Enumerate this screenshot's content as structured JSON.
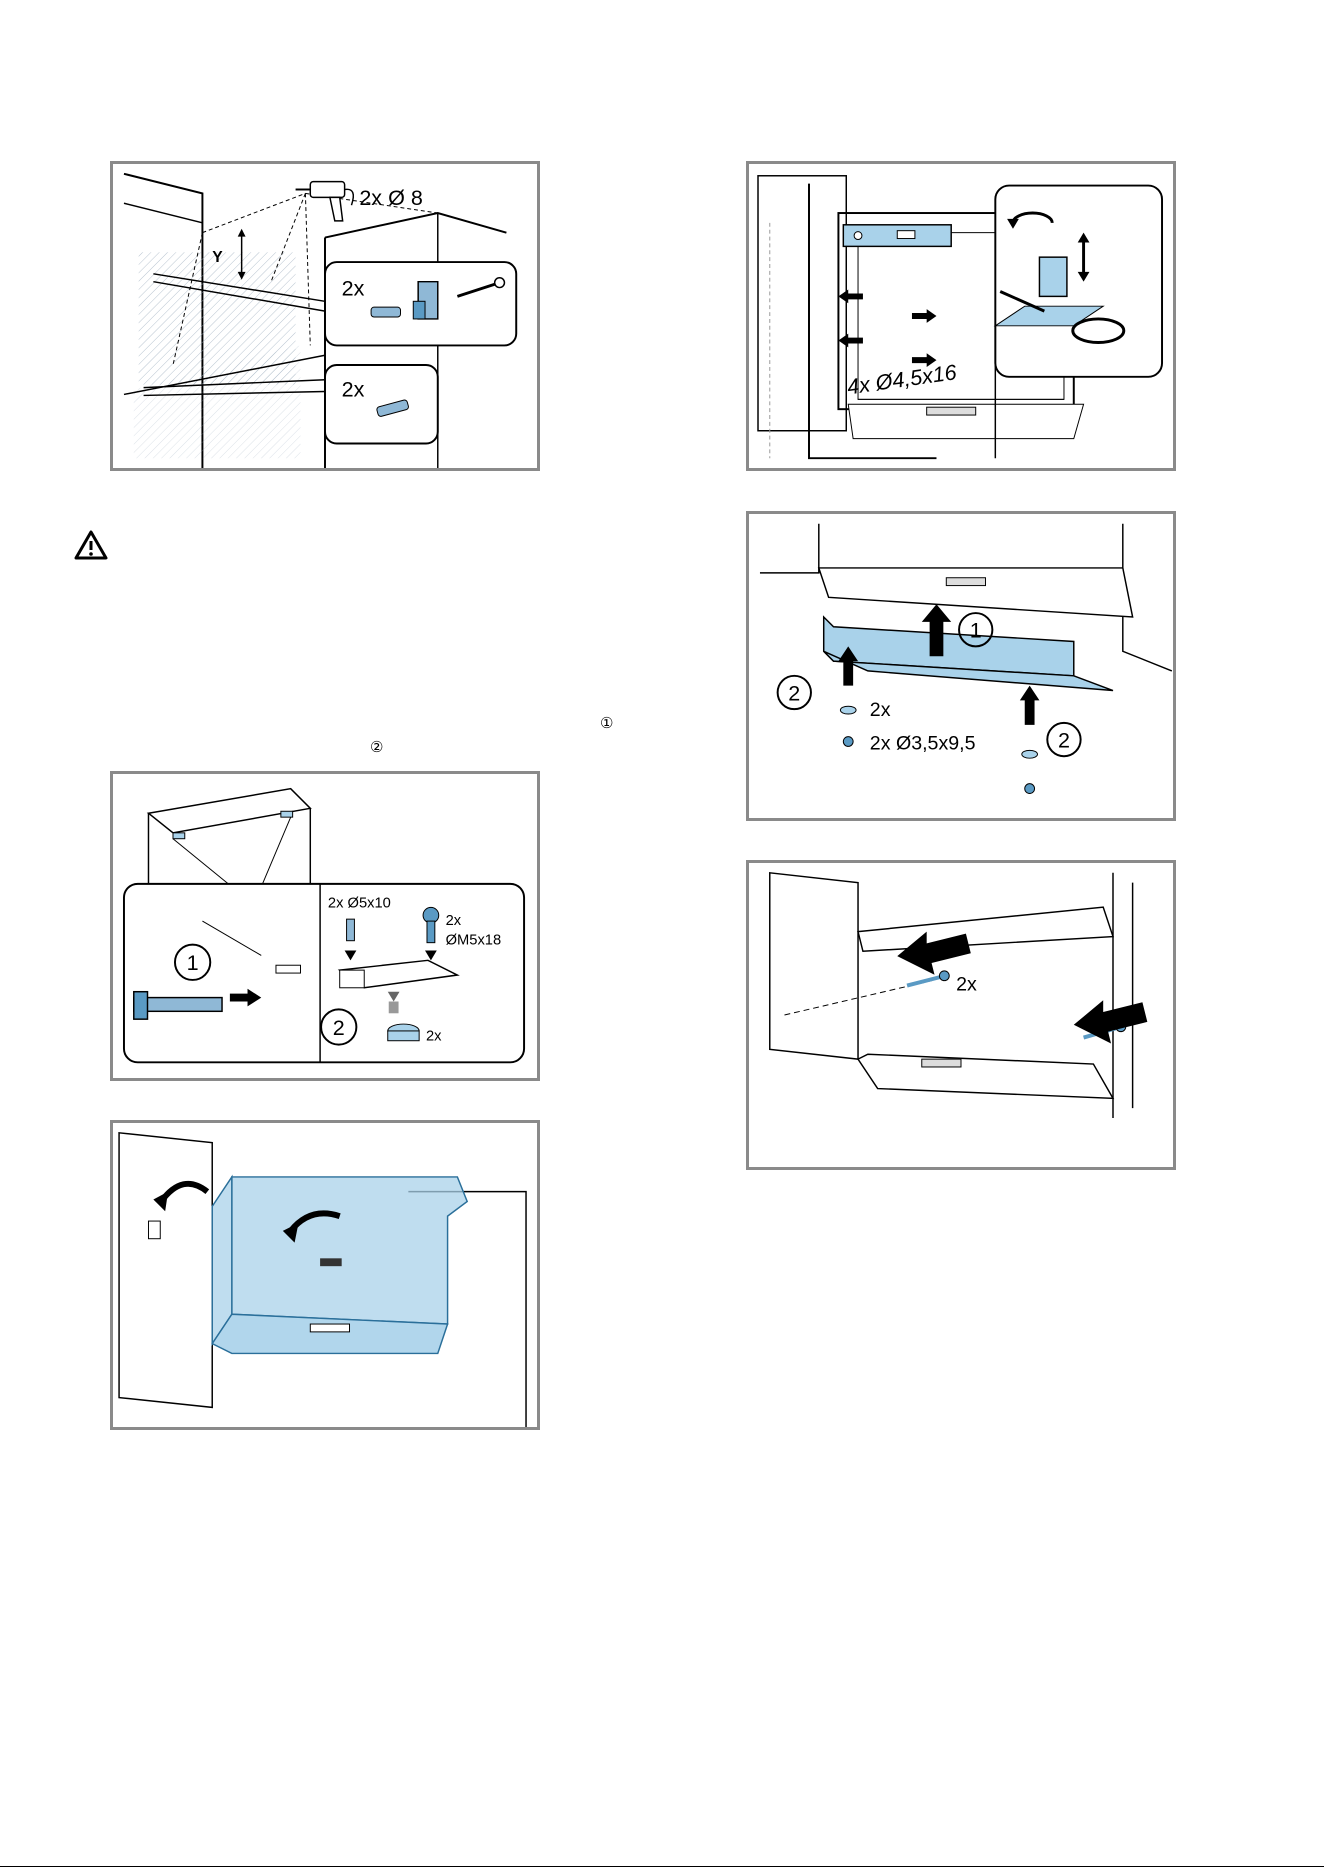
{
  "fig1": {
    "drill_label": "2x Ø 8",
    "y_label": "Y",
    "qty_top": "2x",
    "qty_bottom": "2x"
  },
  "fig2": {
    "screws_label": "4x Ø4,5x16"
  },
  "warning": {
    "icon": "warning-triangle-icon",
    "step1_ref": "①",
    "step2_ref": "②"
  },
  "fig3": {
    "step1": "1",
    "step2": "2",
    "screw_a": "2x Ø5x10",
    "screw_b_qty": "2x",
    "screw_b_size": "ØM5x18",
    "foot_qty": "2x"
  },
  "fig4": {
    "step1": "1",
    "step2_left": "2",
    "step2_right": "2",
    "washer_qty": "2x",
    "screw_label": "2x Ø3,5x9,5"
  },
  "fig6": {
    "qty": "2x"
  },
  "colors": {
    "accent": "#a9d2ea",
    "accent_dark": "#4a90b8",
    "frame": "#8a8a8a"
  }
}
